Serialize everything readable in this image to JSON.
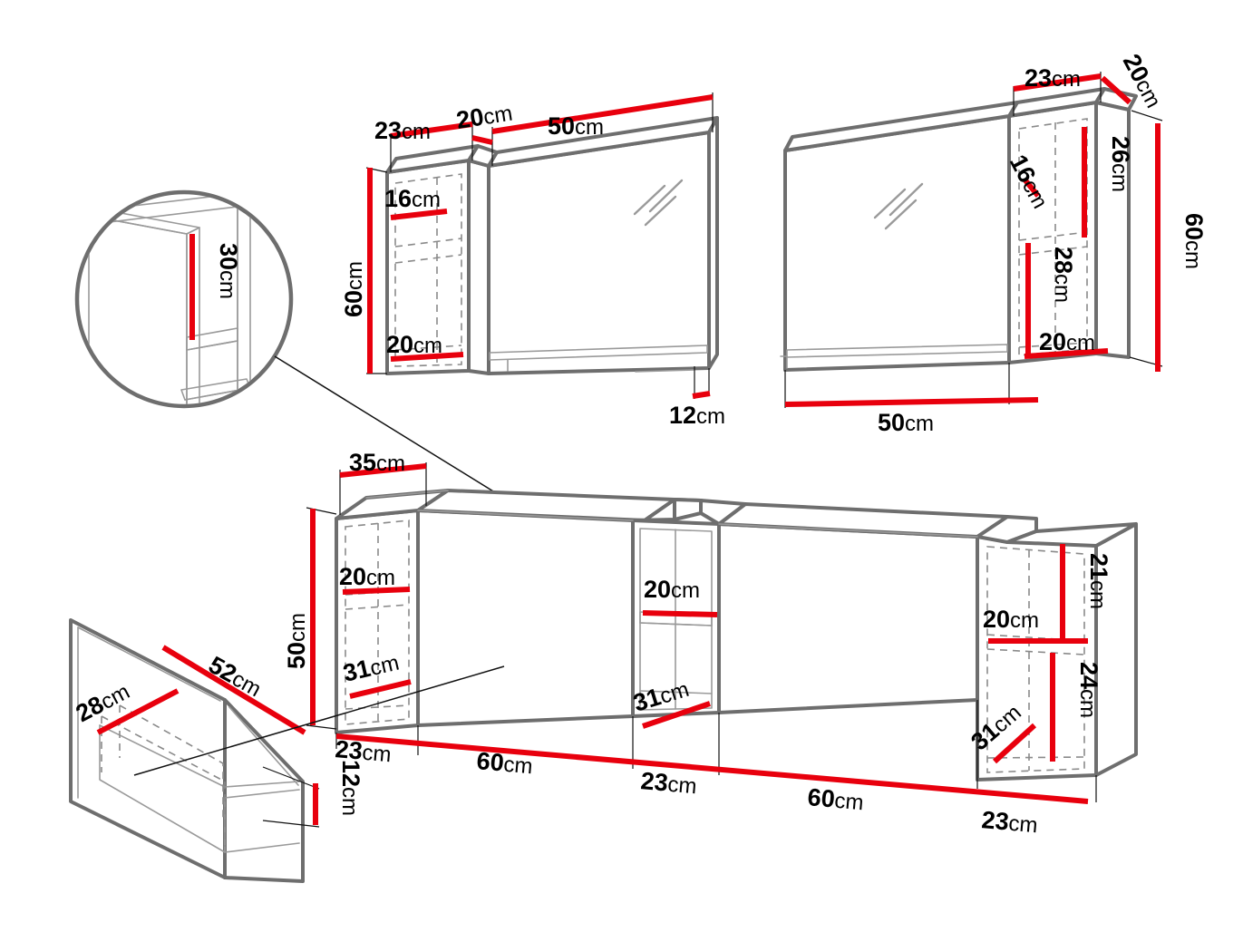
{
  "diagram": {
    "title": "Furniture set technical dimension drawing",
    "unit_suffix": "cm",
    "colors": {
      "dimension_line": "#E8000D",
      "outline_dark": "#6E6E6E",
      "outline_light": "#9A9A9A",
      "hidden_line": "#8A8A8A",
      "text": "#000000",
      "background": "#FFFFFF"
    },
    "modules": [
      {
        "id": "detail-circle",
        "name": "Shelf detail magnifier",
        "labels": [
          {
            "key": "shelf_height",
            "value": "30",
            "unit": "cm",
            "orientation": "vertical"
          }
        ]
      },
      {
        "id": "wall-cabinet-left",
        "name": "Left wall cabinet with glass door",
        "labels": [
          {
            "key": "top_seg_1",
            "value": "23",
            "unit": "cm"
          },
          {
            "key": "top_seg_2",
            "value": "20",
            "unit": "cm"
          },
          {
            "key": "top_seg_3",
            "value": "50",
            "unit": "cm"
          },
          {
            "key": "side_height",
            "value": "60",
            "unit": "cm",
            "orientation": "vertical"
          },
          {
            "key": "upper_shelf",
            "value": "16",
            "unit": "cm"
          },
          {
            "key": "lower_shelf",
            "value": "20",
            "unit": "cm"
          },
          {
            "key": "depth_step",
            "value": "12",
            "unit": "cm"
          }
        ]
      },
      {
        "id": "wall-cabinet-right",
        "name": "Right wall cabinet with glass door",
        "labels": [
          {
            "key": "top_seg_1",
            "value": "23",
            "unit": "cm"
          },
          {
            "key": "top_seg_2",
            "value": "20",
            "unit": "cm",
            "orientation": "diagonal"
          },
          {
            "key": "side_height",
            "value": "60",
            "unit": "cm",
            "orientation": "vertical"
          },
          {
            "key": "niche_upper",
            "value": "26",
            "unit": "cm",
            "orientation": "vertical"
          },
          {
            "key": "shelf_depth",
            "value": "16",
            "unit": "cm",
            "orientation": "diagonal"
          },
          {
            "key": "niche_lower",
            "value": "28",
            "unit": "cm",
            "orientation": "vertical"
          },
          {
            "key": "base_shelf",
            "value": "20",
            "unit": "cm"
          },
          {
            "key": "width",
            "value": "50",
            "unit": "cm"
          }
        ]
      },
      {
        "id": "drawer",
        "name": "Pull-out drawer box",
        "labels": [
          {
            "key": "drawer_width",
            "value": "28",
            "unit": "cm",
            "orientation": "diagonal"
          },
          {
            "key": "drawer_depth",
            "value": "52",
            "unit": "cm",
            "orientation": "diagonal"
          },
          {
            "key": "drawer_height",
            "value": "12",
            "unit": "cm",
            "orientation": "vertical"
          }
        ]
      },
      {
        "id": "lowboard",
        "name": "Long lowboard / TV unit",
        "labels": [
          {
            "key": "top_depth",
            "value": "35",
            "unit": "cm"
          },
          {
            "key": "body_height",
            "value": "50",
            "unit": "cm",
            "orientation": "vertical"
          },
          {
            "key": "left_shelf",
            "value": "20",
            "unit": "cm"
          },
          {
            "key": "left_inner_depth",
            "value": "31",
            "unit": "cm",
            "orientation": "diagonal"
          },
          {
            "key": "mid_shelf",
            "value": "20",
            "unit": "cm"
          },
          {
            "key": "mid_inner_depth",
            "value": "31",
            "unit": "cm",
            "orientation": "diagonal"
          },
          {
            "key": "right_shelf",
            "value": "20",
            "unit": "cm"
          },
          {
            "key": "right_upper_niche",
            "value": "21",
            "unit": "cm",
            "orientation": "vertical"
          },
          {
            "key": "right_lower_niche",
            "value": "24",
            "unit": "cm",
            "orientation": "vertical"
          },
          {
            "key": "right_inner_depth",
            "value": "31",
            "unit": "cm",
            "orientation": "diagonal"
          },
          {
            "key": "chain_1",
            "value": "23",
            "unit": "cm"
          },
          {
            "key": "chain_2",
            "value": "60",
            "unit": "cm"
          },
          {
            "key": "chain_3",
            "value": "23",
            "unit": "cm"
          },
          {
            "key": "chain_4",
            "value": "60",
            "unit": "cm"
          },
          {
            "key": "chain_5",
            "value": "23",
            "unit": "cm"
          }
        ]
      }
    ],
    "text_values": {
      "detail_30": "30",
      "wl_23": "23",
      "wl_20": "20",
      "wl_50": "50",
      "wl_60": "60",
      "wl_16": "16",
      "wl_20b": "20",
      "wl_12": "12",
      "wr_23": "23",
      "wr_20top": "20",
      "wr_60": "60",
      "wr_26": "26",
      "wr_16": "16",
      "wr_28": "28",
      "wr_20b": "20",
      "wr_50": "50",
      "dr_28": "28",
      "dr_52": "52",
      "dr_12": "12",
      "lb_35": "35",
      "lb_50": "50",
      "lb_20a": "20",
      "lb_31a": "31",
      "lb_20b": "20",
      "lb_31b": "31",
      "lb_20c": "20",
      "lb_21": "21",
      "lb_24": "24",
      "lb_31c": "31",
      "lb_23a": "23",
      "lb_60a": "60",
      "lb_23b": "23",
      "lb_60b": "60",
      "lb_23c": "23",
      "unit": "cm"
    }
  }
}
